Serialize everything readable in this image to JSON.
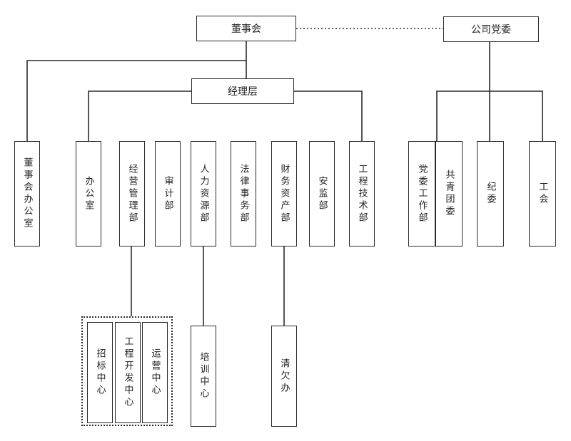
{
  "nodes": {
    "board": "董事会",
    "party_committee": "公司党委",
    "management": "经理层",
    "board_office": "董事会办公室",
    "general_office": "办公室",
    "business_mgmt": "经营管理部",
    "audit": "审计部",
    "hr": "人力资源部",
    "legal": "法律事务部",
    "finance": "财务资产部",
    "safety": "安监部",
    "engineering": "工程技术部",
    "party_work": "党委工作部",
    "youth_league": "共青团委",
    "discipline": "纪委",
    "union": "工会",
    "bidding_center": "招标中心",
    "eng_dev_center": "工程开发中心",
    "operations_center": "运营中心",
    "training_center": "培训中心",
    "debt_office": "清欠办"
  }
}
